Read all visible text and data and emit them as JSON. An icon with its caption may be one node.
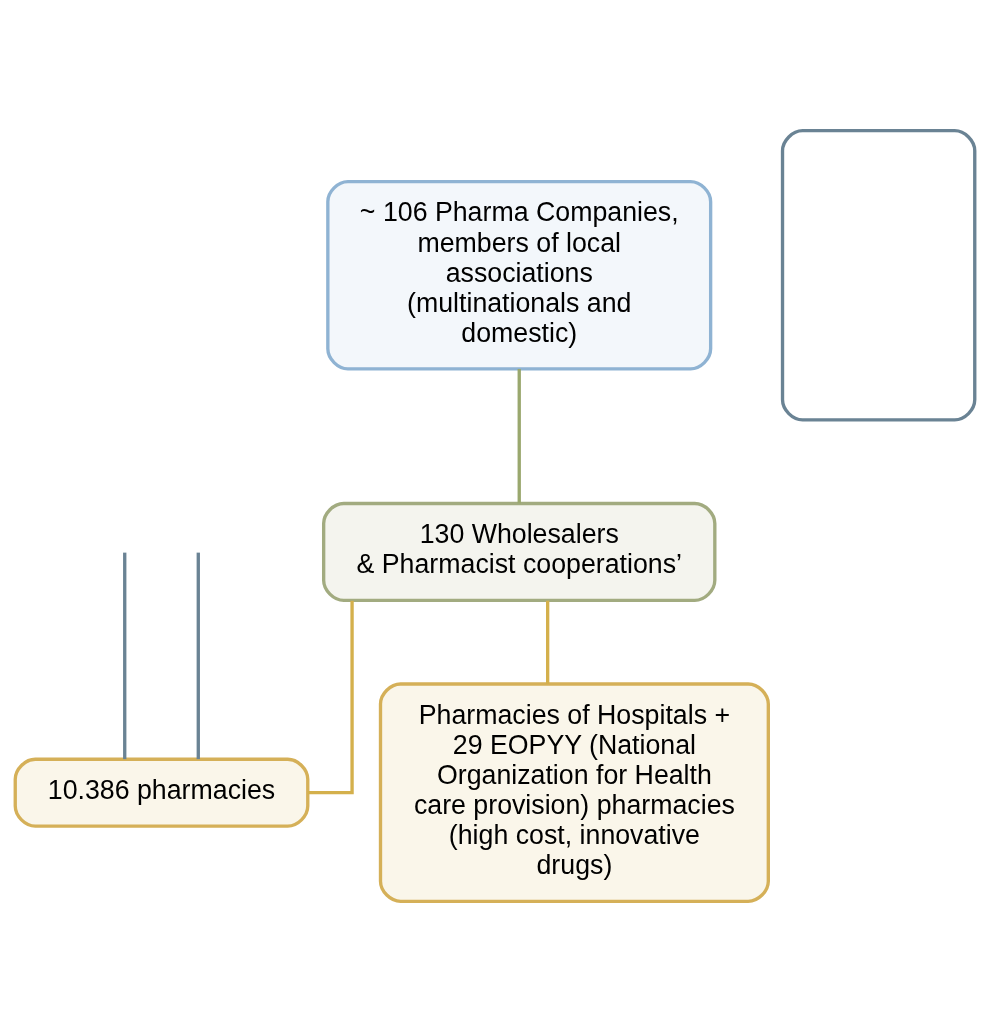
{
  "diagram": {
    "nodes": [
      {
        "text": [
          "~ 106 Pharma Companies, members of local associations",
          "(multinationals and domestic)"
        ]
      },
      {
        "text": [
          "130 Wholesalers",
          "& Pharmacist cooperations’"
        ]
      },
      {
        "text": [
          "10.386 pharmacies"
        ]
      },
      {
        "text": [
          "Pharmacies of Hospitals +",
          "29 EOPYY (National Organization for Health care provision) pharmacies (high cost, innovative drugs)"
        ]
      },
      {
        "text": [],
        "shape": "box"
      }
    ],
    "edges": [
      {
        "from": 0,
        "to": 1,
        "arrow": "none",
        "color": "#9aa86e"
      },
      {
        "from": 1,
        "to": 2,
        "arrow": "none",
        "color": "#d4b04c"
      },
      {
        "from": 1,
        "to": 3,
        "arrow": "none",
        "color": "#d4b04c"
      },
      {
        "from": null,
        "to": 2,
        "arrow": "none",
        "color": "#6a8394"
      },
      {
        "from": null,
        "to": 2,
        "arrow": "none",
        "color": "#6a8394"
      }
    ]
  }
}
